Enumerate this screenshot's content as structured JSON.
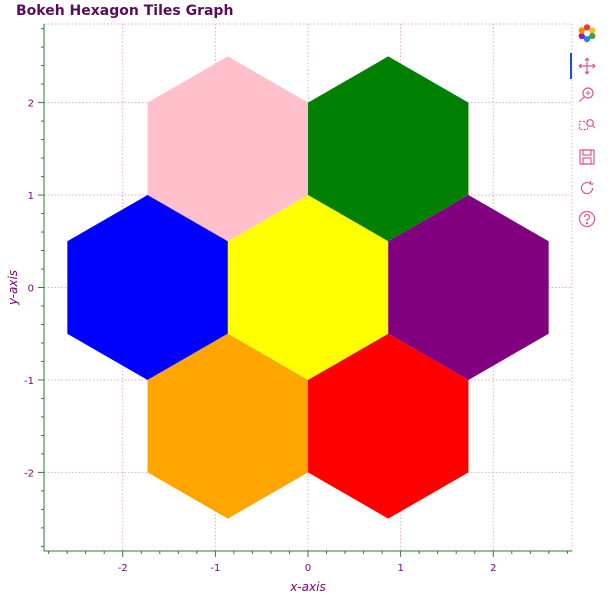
{
  "chart_data": {
    "type": "hex_tile",
    "title": "Bokeh Hexagon Tiles Graph",
    "xlabel": "x-axis",
    "ylabel": "y-axis",
    "xlim": [
      -2.85,
      2.85
    ],
    "ylim": [
      -2.85,
      2.85
    ],
    "xticks": [
      -2,
      -1,
      0,
      1,
      2
    ],
    "yticks": [
      -2,
      -1,
      0,
      1,
      2
    ],
    "grid": true,
    "orientation": "pointytop",
    "tile_size": 1,
    "tiles": [
      {
        "q": 0,
        "r": 0,
        "color": "#ffff00"
      },
      {
        "q": 0,
        "r": -1,
        "color": "#ffc0cb"
      },
      {
        "q": 1,
        "r": -1,
        "color": "#008000"
      },
      {
        "q": -1,
        "r": 0,
        "color": "#0000ff"
      },
      {
        "q": 1,
        "r": 0,
        "color": "#800080"
      },
      {
        "q": -1,
        "r": 1,
        "color": "#ffa500"
      },
      {
        "q": 0,
        "r": 1,
        "color": "#ff0000"
      }
    ]
  },
  "colors": {
    "axis_text": "#800080",
    "title": "#5a0e5a",
    "grid": "#e7a6d6",
    "axis_line": "#2e7d32"
  },
  "toolbar": {
    "tools": [
      "bokeh-logo-icon",
      "pan-icon",
      "wheel-zoom-icon",
      "box-zoom-icon",
      "save-icon",
      "reset-icon",
      "help-icon"
    ],
    "active": "pan-icon"
  }
}
